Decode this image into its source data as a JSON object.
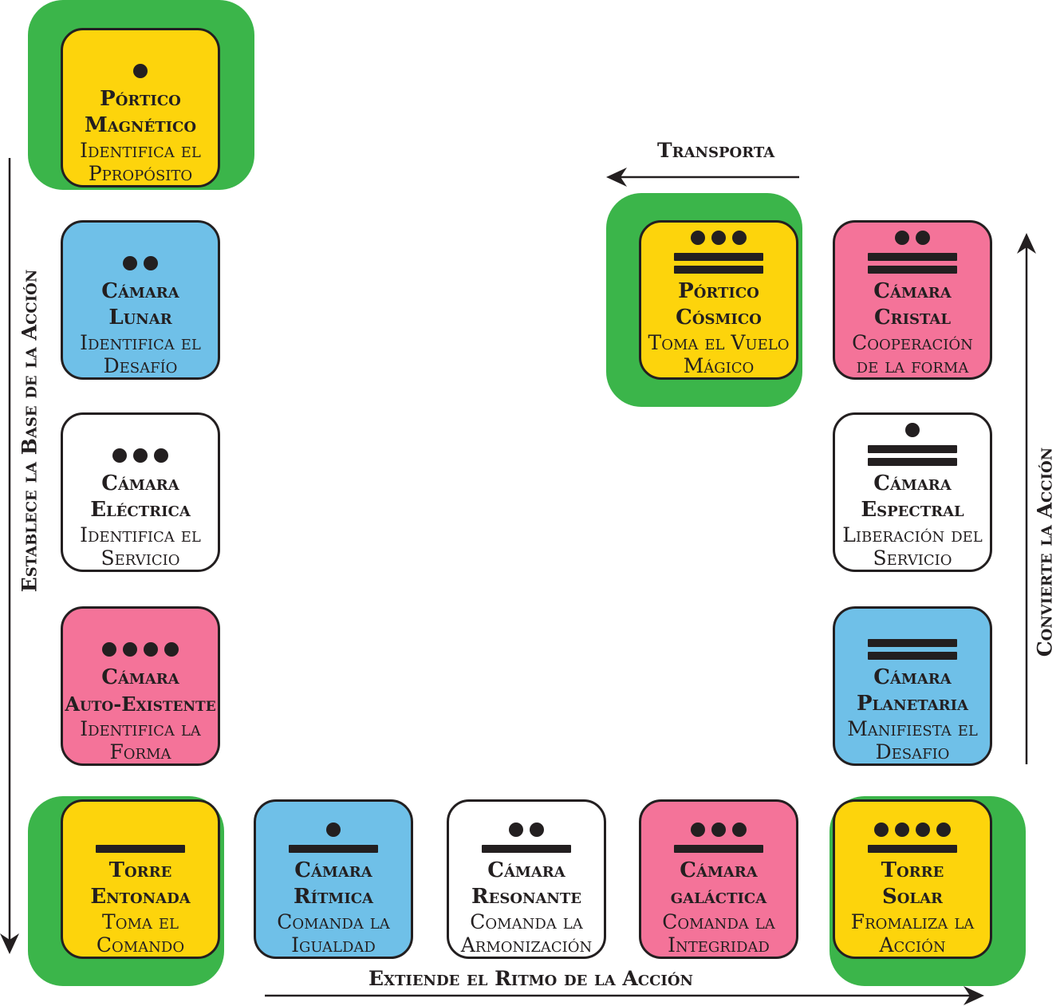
{
  "colors": {
    "yellow": "#fdd40c",
    "blue": "#6fc0e8",
    "white": "#ffffff",
    "pink": "#f47399",
    "green": "#3bb54a",
    "ink": "#231f20"
  },
  "cards": [
    {
      "title1": "Pórtico",
      "title2": "Magnético",
      "desc1": "Identifica el",
      "desc2": "Ppropósito",
      "dots": 1,
      "bars": 0,
      "color": "yellow"
    },
    {
      "title1": "Cámara",
      "title2": "Lunar",
      "desc1": "Identifica el",
      "desc2": "Desafío",
      "dots": 2,
      "bars": 0,
      "color": "blue"
    },
    {
      "title1": "Cámara",
      "title2": "Eléctrica",
      "desc1": "Identifica el",
      "desc2": "Servicio",
      "dots": 3,
      "bars": 0,
      "color": "white"
    },
    {
      "title1": "Cámara",
      "title2": "Auto-Existente",
      "desc1": "Identifica la",
      "desc2": "Forma",
      "dots": 4,
      "bars": 0,
      "color": "pink"
    },
    {
      "title1": "Torre",
      "title2": "Entonada",
      "desc1": "Toma el",
      "desc2": "Comando",
      "dots": 0,
      "bars": 1,
      "color": "yellow"
    },
    {
      "title1": "Cámara",
      "title2": "Rítmica",
      "desc1": "Comanda la",
      "desc2": "Igualdad",
      "dots": 1,
      "bars": 1,
      "color": "blue"
    },
    {
      "title1": "Cámara",
      "title2": "Resonante",
      "desc1": "Comanda la",
      "desc2": "Armonización",
      "dots": 2,
      "bars": 1,
      "color": "white"
    },
    {
      "title1": "Cámara",
      "title2": "galáctica",
      "desc1": "Comanda la",
      "desc2": "Integridad",
      "dots": 3,
      "bars": 1,
      "color": "pink"
    },
    {
      "title1": "Torre",
      "title2": "Solar",
      "desc1": "Fromaliza la",
      "desc2": "Acción",
      "dots": 4,
      "bars": 1,
      "color": "yellow"
    },
    {
      "title1": "Cámara",
      "title2": "Planetaria",
      "desc1": "Manifiesta el",
      "desc2": "Desafio",
      "dots": 0,
      "bars": 2,
      "color": "blue"
    },
    {
      "title1": "Cámara",
      "title2": "Espectral",
      "desc1": "Liberación del",
      "desc2": "Servicio",
      "dots": 1,
      "bars": 2,
      "color": "white"
    },
    {
      "title1": "Cámara",
      "title2": "Cristal",
      "desc1": "Cooperación",
      "desc2": "de la forma",
      "dots": 2,
      "bars": 2,
      "color": "pink"
    },
    {
      "title1": "Pórtico",
      "title2": "Cósmico",
      "desc1": "Toma el Vuelo",
      "desc2": "Mágico",
      "dots": 3,
      "bars": 2,
      "color": "yellow"
    }
  ],
  "labels": {
    "left": "Establece la Base de la Acción",
    "bottom": "Extiende el Ritmo de la Acción",
    "right": "Convierte la Acción",
    "top": "Transporta"
  }
}
